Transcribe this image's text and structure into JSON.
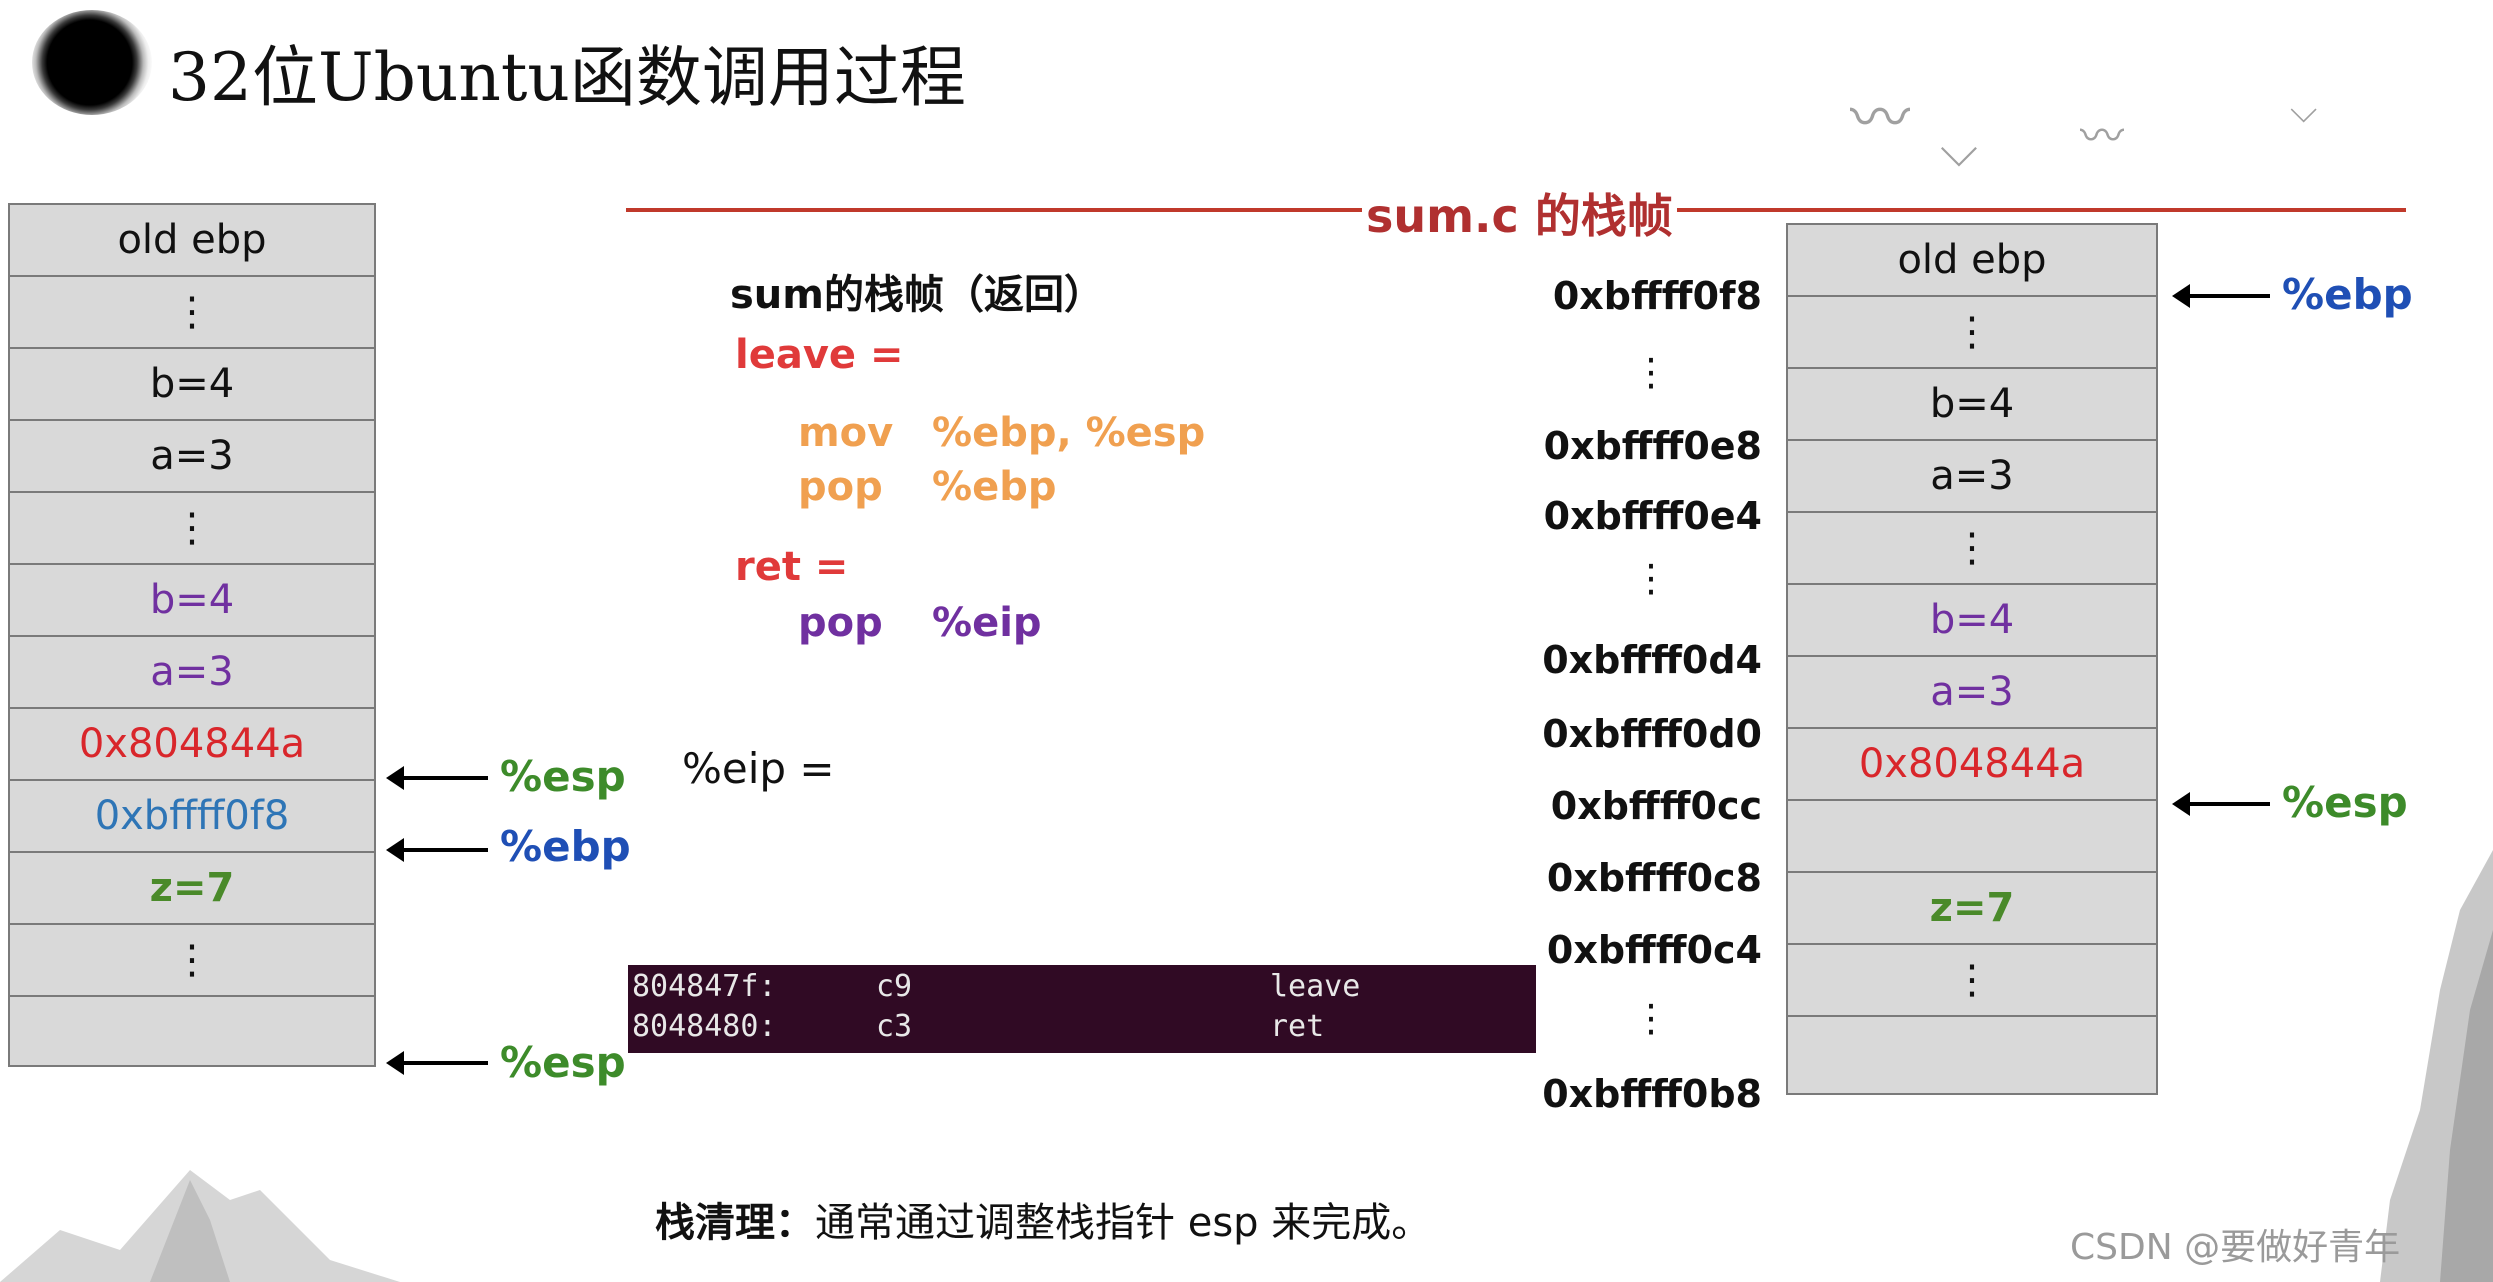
{
  "title": "32位Ubuntu函数调用过程",
  "banner": "sum.c 的栈帧",
  "left_stack": [
    {
      "text": "old ebp",
      "color": "#111111"
    },
    {
      "text": "⋮",
      "color": "#111111"
    },
    {
      "text": "b=4",
      "color": "#111111"
    },
    {
      "text": "a=3",
      "color": "#111111"
    },
    {
      "text": "⋮",
      "color": "#111111"
    },
    {
      "text": "b=4",
      "color": "#7030a0"
    },
    {
      "text": "a=3",
      "color": "#7030a0"
    },
    {
      "text": "0x804844a",
      "color": "#d9262b"
    },
    {
      "text": "0xbffff0f8",
      "color": "#2e75b6"
    },
    {
      "text": "z=7",
      "color": "#4a8a2a"
    },
    {
      "text": "⋮",
      "color": "#111111"
    },
    {
      "text": "",
      "color": "#111111"
    }
  ],
  "left_pointers": {
    "esp_top": "%esp",
    "ebp": "%ebp",
    "esp_bottom": "%esp"
  },
  "code": {
    "heading": "sum的栈帧（返回）",
    "leave_label": "leave =",
    "line1_op": "mov",
    "line1_args": "%ebp, %esp",
    "line2_op": "pop",
    "line2_args": "%ebp",
    "ret_label": "ret =",
    "line3_op": "pop",
    "line3_args": "%eip",
    "eip_label": "%eip ="
  },
  "terminal": {
    "rows": [
      {
        "addr": "804847f:",
        "bytes": "c9",
        "instr": "leave"
      },
      {
        "addr": "8048480:",
        "bytes": "c3",
        "instr": "ret"
      }
    ]
  },
  "addresses": [
    "0xbffff0f8",
    "⋮",
    "0xbffff0e8",
    "0xbffff0e4",
    "⋮",
    "0xbffff0d4",
    "0xbffff0d0",
    "0xbffff0cc",
    "0xbffff0c8",
    "0xbffff0c4",
    "⋮",
    "0xbffff0b8"
  ],
  "right_stack": [
    {
      "text": "old ebp",
      "color": "#111111"
    },
    {
      "text": "⋮",
      "color": "#111111"
    },
    {
      "text": "b=4",
      "color": "#111111"
    },
    {
      "text": "a=3",
      "color": "#111111"
    },
    {
      "text": "⋮",
      "color": "#111111"
    },
    {
      "text": "b=4",
      "color": "#7030a0"
    },
    {
      "text": "a=3",
      "color": "#7030a0"
    },
    {
      "text": "0x804844a",
      "color": "#d9262b"
    },
    {
      "text": "",
      "color": "#111111"
    },
    {
      "text": "z=7",
      "color": "#4a8a2a"
    },
    {
      "text": "⋮",
      "color": "#111111"
    },
    {
      "text": "",
      "color": "#111111"
    }
  ],
  "right_pointers": {
    "ebp": "%ebp",
    "esp": "%esp"
  },
  "footer": {
    "bold": "栈清理：",
    "text": "通常通过调整栈指针 esp 来完成。"
  },
  "watermark": "CSDN @要做好青年"
}
